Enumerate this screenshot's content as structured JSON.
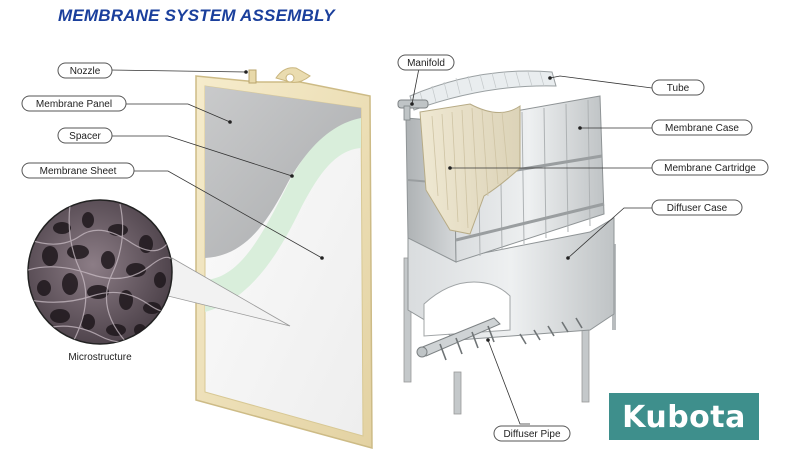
{
  "title": "MEMBRANE SYSTEM ASSEMBLY",
  "labels": {
    "nozzle": "Nozzle",
    "membrane_panel": "Membrane Panel",
    "spacer": "Spacer",
    "membrane_sheet": "Membrane Sheet",
    "microstructure": "Microstructure",
    "manifold": "Manifold",
    "tube": "Tube",
    "membrane_case": "Membrane Case",
    "membrane_cartridge": "Membrane Cartridge",
    "diffuser_case": "Diffuser Case",
    "diffuser_pipe": "Diffuser Pipe"
  },
  "logo": {
    "text": "Kubota",
    "color": "#3e8f8c"
  },
  "colors": {
    "title": "#1a3f9c",
    "frame": "#efe3bf",
    "panel_gray": "#b9bbbc",
    "spacer_green": "#dcefdf",
    "steel": "#c7cacc"
  }
}
